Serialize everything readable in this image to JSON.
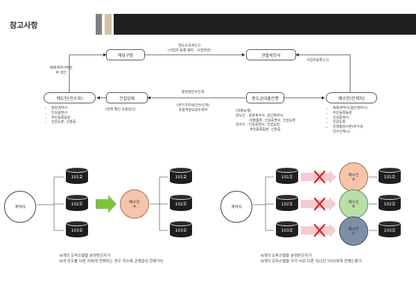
{
  "title": "참고사항",
  "flow": {
    "nodes": {
      "buyer_original": "매도인(인수자)",
      "business_reg": "해당구청",
      "tax_office": "관할세무서",
      "buyer": "매수인(인계자)",
      "builder": "건설업체",
      "bank": "중도금대출은행"
    },
    "edge_labels": {
      "contract_doc": [
        "매매계약서작성",
        "후 검인"
      ],
      "closure": [
        "양도소득세신고",
        "(사업자 등록 폐지 : 사업자만)"
      ],
      "buyer_reg": "사업자등록신고",
      "builder_transfer": "분양권인수인계",
      "builder_confirm": "(전매 확인 도장날인)",
      "builder_inherit": [
        "(부가가치세/인수인계)",
        "포괄적양도양수계약"
      ]
    },
    "lists": {
      "seller_docs": [
        "분양계약서",
        "인감증명서",
        "주민등록등본",
        "인감도장, 신분증"
      ],
      "bank_docs_heading": "(대출승계)",
      "bank_docs_seller": [
        "양도인 : 분양계약서, 검인계약서,",
        "대출통장, 인감증명서, 인감도장"
      ],
      "bank_docs_buyer": [
        "양수인 : 인감증명서, 인감도장,",
        "주민등록등본, 신분증"
      ],
      "buyer_docs": [
        "매매계약서(검인계약서)",
        "주민등록등본",
        "인감증명서",
        "인감도장",
        "은행통장사본(부가세",
        "안수인계시)"
      ]
    }
  },
  "scenario_left": {
    "contractor": "계약자",
    "units": [
      "101호",
      "102호",
      "103호"
    ],
    "buyer": [
      "매수인",
      "A"
    ],
    "note": [
      "N개의 오피스텔을 분양받은자가",
      "N개 모두를 다른 자에게 전매하는 경우 하수에 관계없이 전매가능"
    ]
  },
  "scenario_right": {
    "contractor": "계약자",
    "units": [
      "101호",
      "102호",
      "103호"
    ],
    "buyers": [
      [
        "매수인",
        "A"
      ],
      [
        "매수인",
        "B"
      ],
      [
        "매수인",
        "C"
      ]
    ],
    "buyer_colors": [
      "#f6c4a8",
      "#b8dfa9",
      "#7d8ea6"
    ],
    "note": [
      "N개의 오피스텔을 분양받은자가",
      "N개의 오피스텔을 각각 서로 다른 자(2인 이상)에게 전매는불가"
    ]
  },
  "colors": {
    "cylinder": "#1e1e1e",
    "green_arrow": "#7fc241",
    "red_x": "#e02020",
    "deco_gray": "#7f7f7f",
    "deco_tan": "#d2c3a6"
  },
  "icons": [
    "arrow-right-icon",
    "cross-x-icon"
  ]
}
